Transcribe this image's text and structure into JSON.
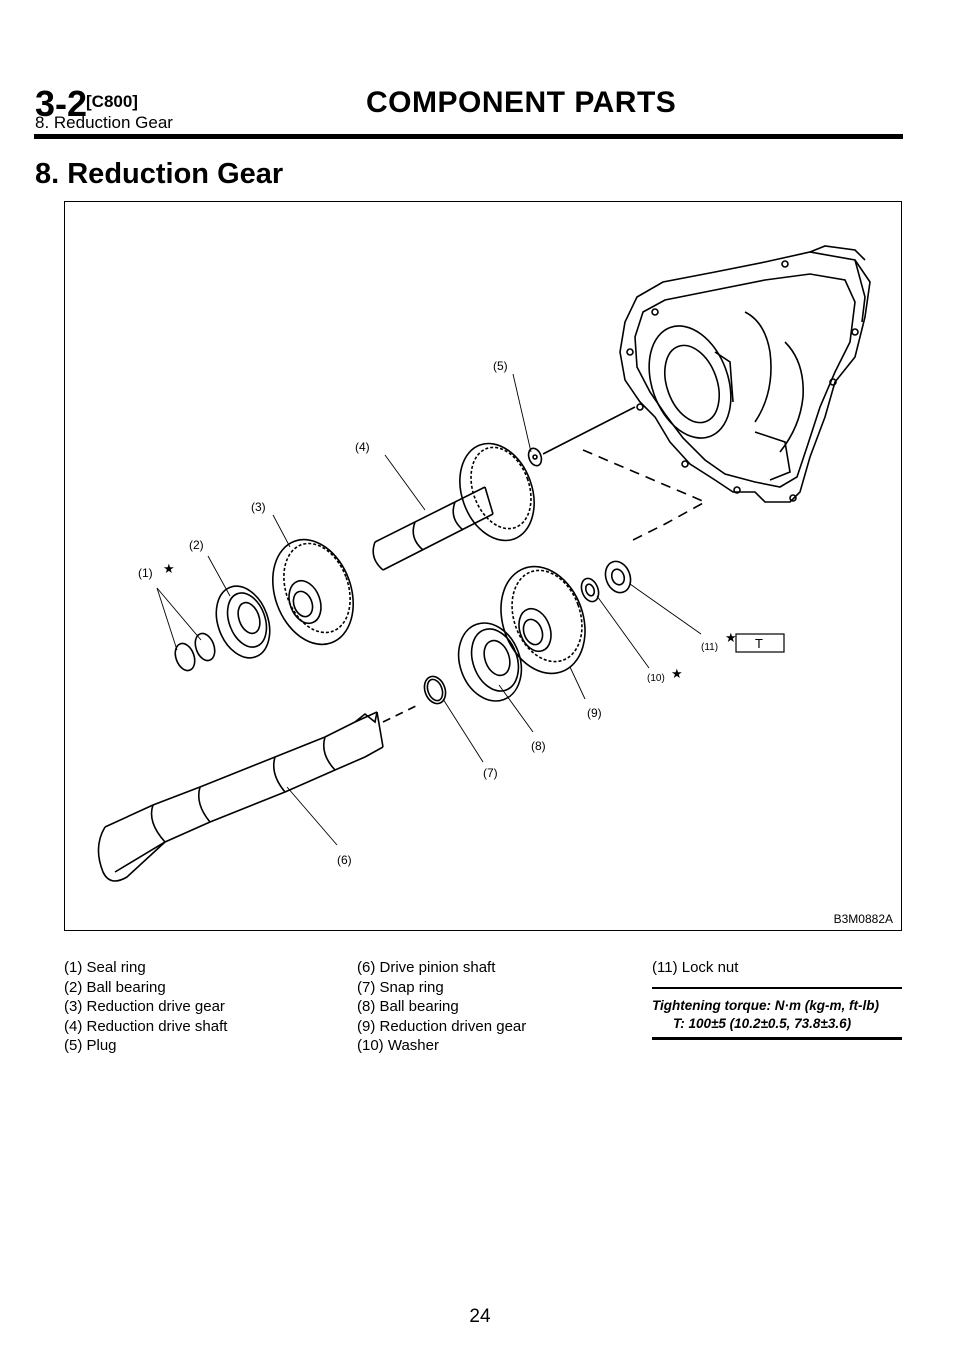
{
  "header": {
    "section_number": "3-2",
    "section_code": "[C800]",
    "chapter_title": "COMPONENT PARTS",
    "subtitle": "8. Reduction Gear"
  },
  "page_title": "8. Reduction Gear",
  "figure": {
    "code": "B3M0882A",
    "callouts": {
      "c1": "(1)",
      "c2": "(2)",
      "c3": "(3)",
      "c4": "(4)",
      "c5": "(5)",
      "c6": "(6)",
      "c7": "(7)",
      "c8": "(8)",
      "c9": "(9)",
      "c10": "(10)",
      "c11": "(11)"
    },
    "torque_marker": "T",
    "star": "★"
  },
  "legend": {
    "col1": [
      "(1) Seal ring",
      "(2) Ball bearing",
      "(3) Reduction drive gear",
      "(4) Reduction drive shaft",
      "(5) Plug"
    ],
    "col2": [
      "(6) Drive pinion shaft",
      "(7) Snap ring",
      "(8) Ball bearing",
      "(9) Reduction driven gear",
      "(10) Washer"
    ],
    "col3": [
      "(11) Lock nut"
    ]
  },
  "torque": {
    "label": "Tightening torque: N·m (kg-m, ft-lb)",
    "value": "T: 100±5 (10.2±0.5, 73.8±3.6)"
  },
  "page_number": "24"
}
